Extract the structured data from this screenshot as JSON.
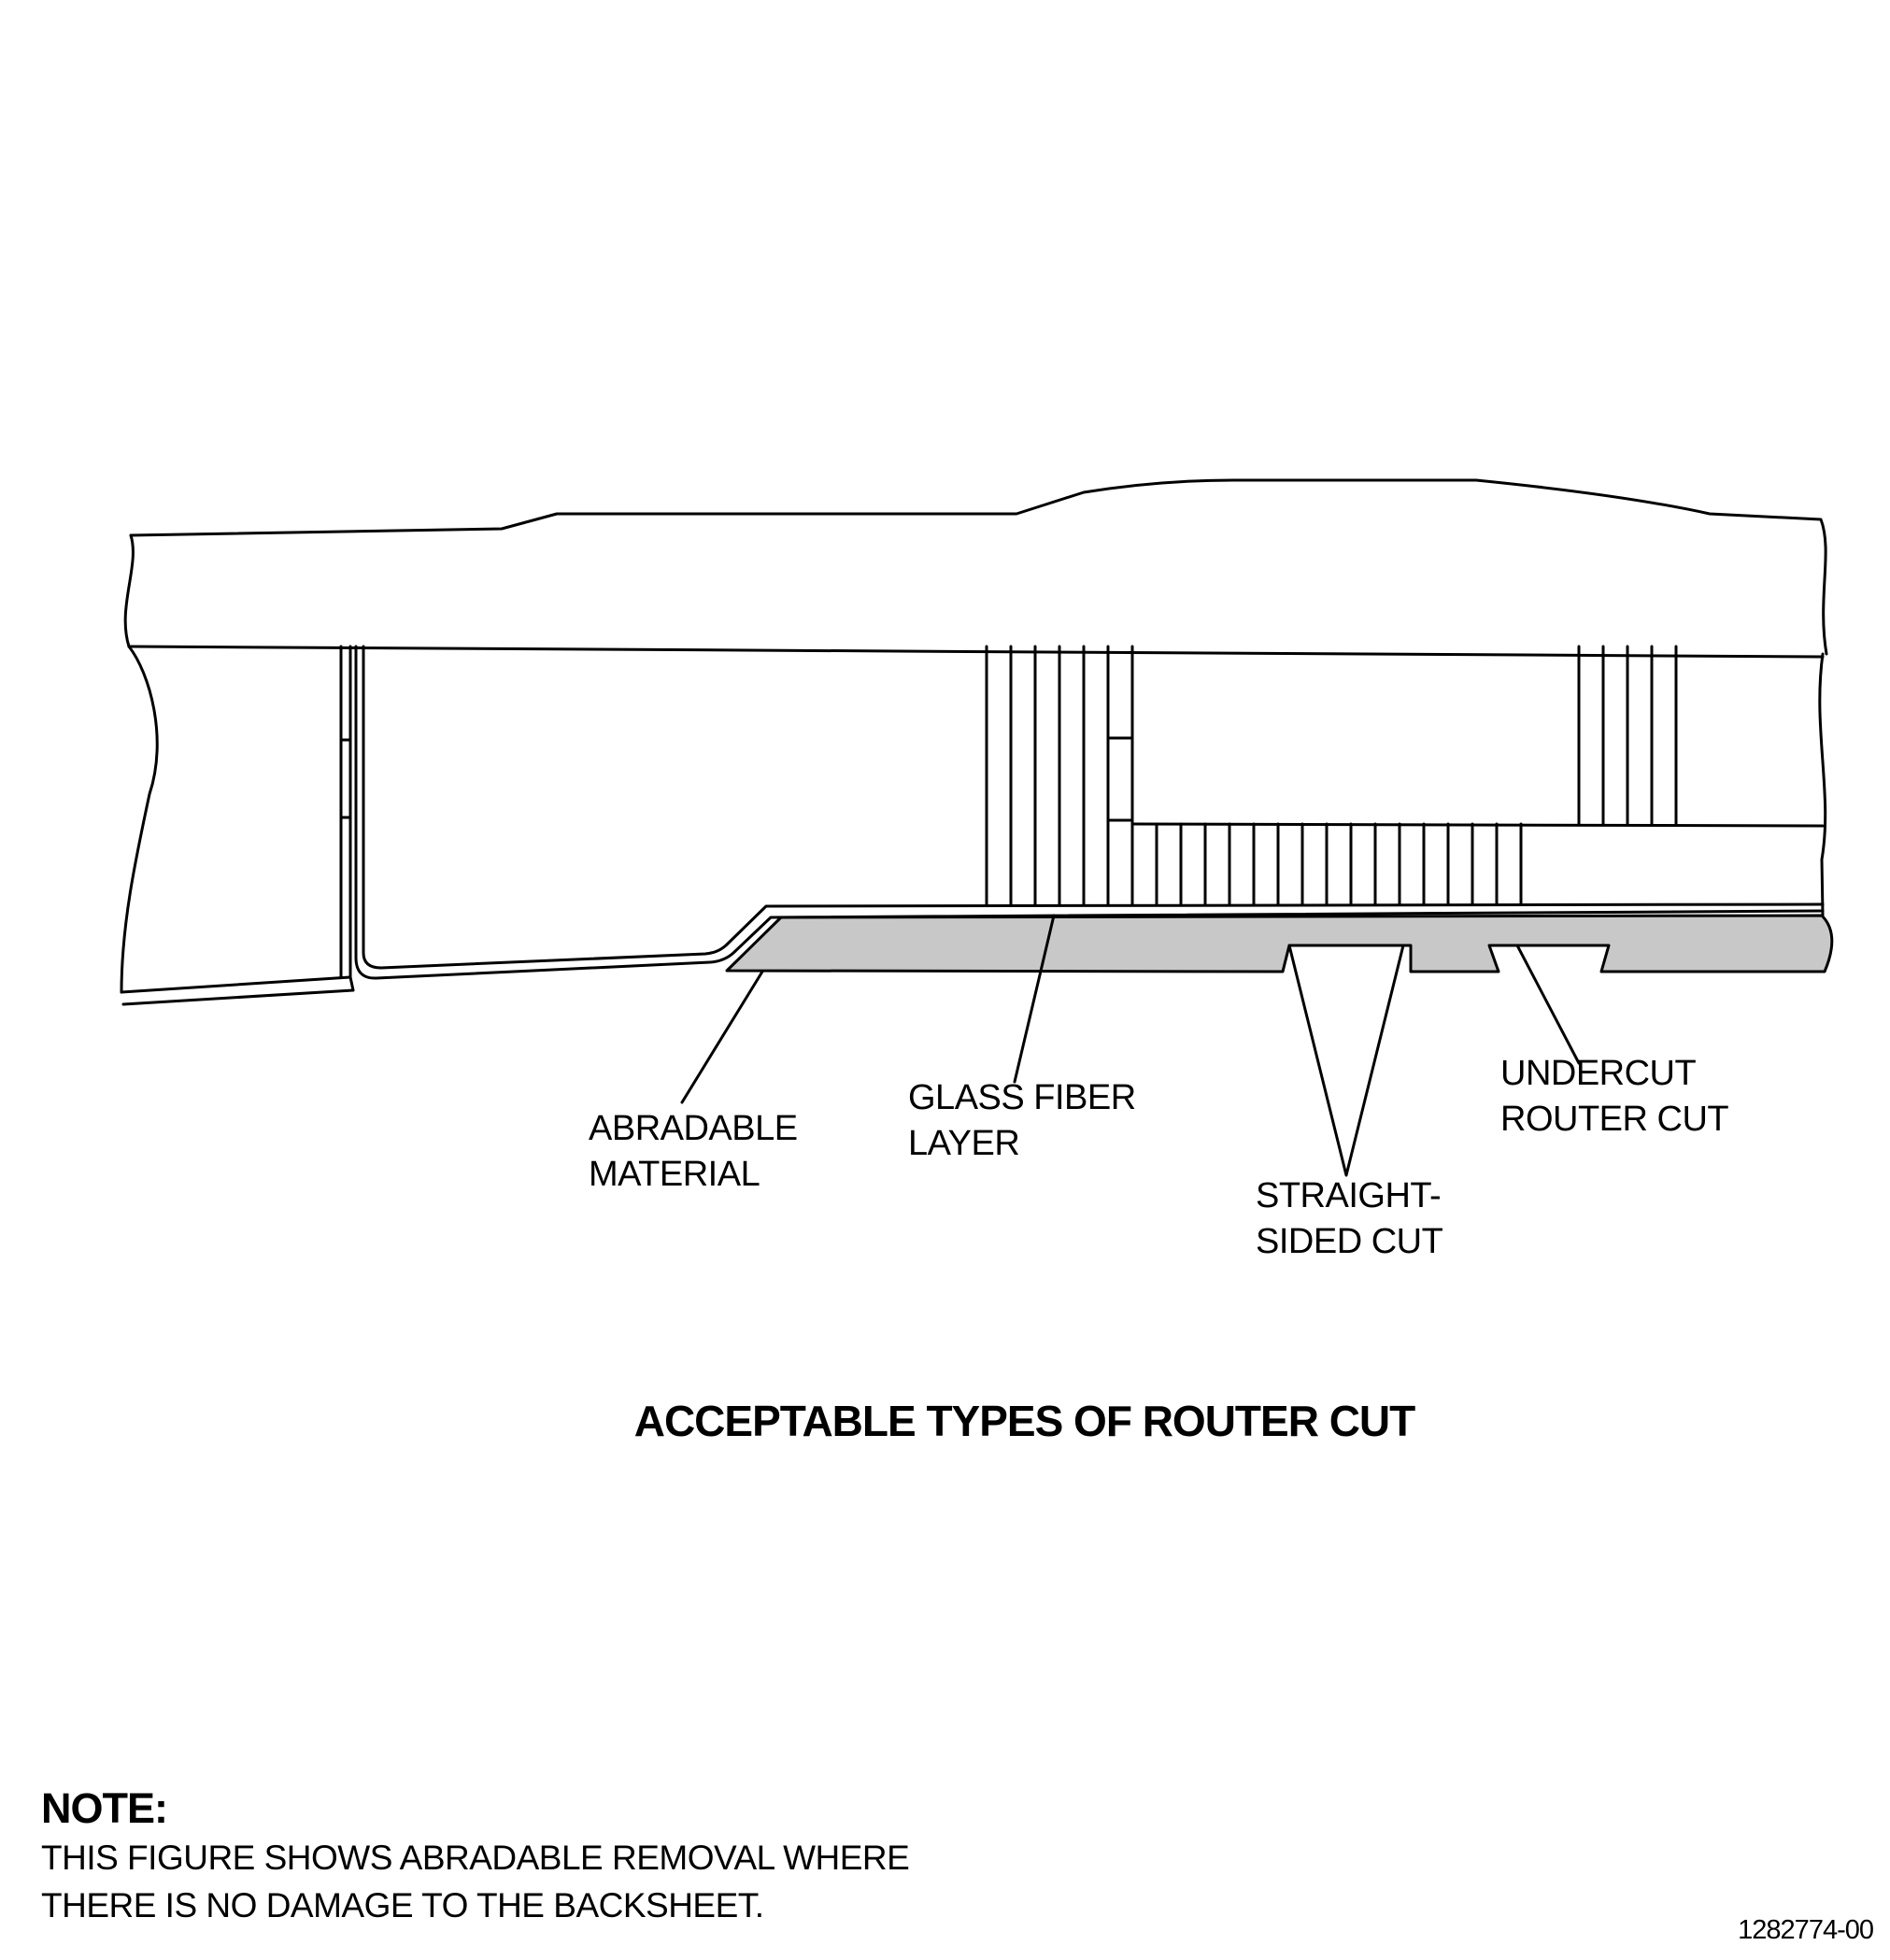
{
  "labels": {
    "abradable_1": "ABRADABLE",
    "abradable_2": "MATERIAL",
    "glass_1": "GLASS FIBER",
    "glass_2": "LAYER",
    "straight_1": "STRAIGHT-",
    "straight_2": "SIDED CUT",
    "undercut_1": "UNDERCUT",
    "undercut_2": "ROUTER CUT"
  },
  "title": "ACCEPTABLE TYPES OF ROUTER CUT",
  "note": {
    "heading": "NOTE:",
    "line1": "THIS FIGURE SHOWS ABRADABLE REMOVAL WHERE",
    "line2": "THERE IS NO DAMAGE TO THE BACKSHEET."
  },
  "figure_number": "1282774-00",
  "colors": {
    "line": "#000000",
    "abradable_fill": "#c8c8c8",
    "background": "#ffffff"
  }
}
